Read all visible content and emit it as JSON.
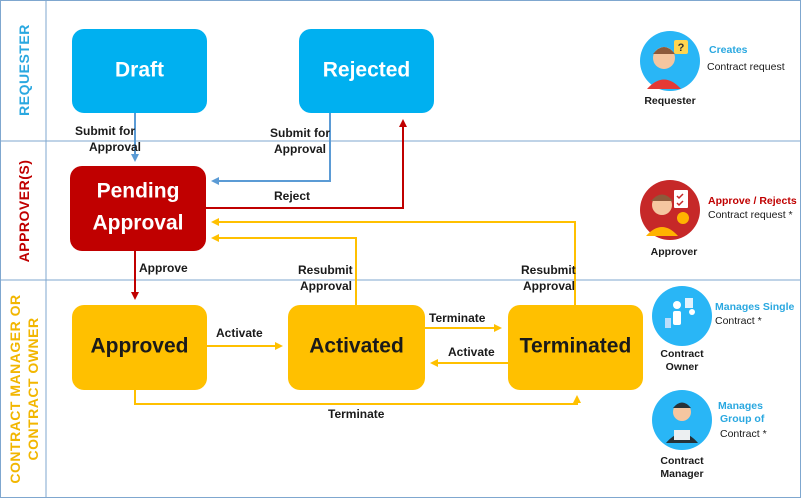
{
  "lanes": {
    "requester": {
      "label": "REQUESTER",
      "color": "#2aa8e0"
    },
    "approver": {
      "label": "APPROVER(S)",
      "color": "#c00000"
    },
    "manager": {
      "line1": "CONTRACT MANAGER OR",
      "line2": "CONTRACT OWNER",
      "color": "#f2b600"
    }
  },
  "states": {
    "draft": {
      "label": "Draft",
      "color": "#00b0f0"
    },
    "rejected": {
      "label": "Rejected",
      "color": "#00b0f0"
    },
    "pending": {
      "line1": "Pending",
      "line2": "Approval",
      "color": "#c00000"
    },
    "approved": {
      "label": "Approved",
      "color": "#ffc000"
    },
    "activated": {
      "label": "Activated",
      "color": "#ffc000"
    },
    "terminated": {
      "label": "Terminated",
      "color": "#ffc000"
    }
  },
  "transitions": {
    "submit_draft": {
      "line1": "Submit for",
      "line2": "Approval"
    },
    "submit_rejected": {
      "line1": "Submit for",
      "line2": "Approval"
    },
    "reject": "Reject",
    "approve": "Approve",
    "resubmit_activated": {
      "line1": "Resubmit",
      "line2": "Approval"
    },
    "resubmit_terminated": {
      "line1": "Resubmit",
      "line2": "Approval"
    },
    "activate_approved": "Activate",
    "terminate_activated": "Terminate",
    "activate_terminated": "Activate",
    "terminate_approved": "Terminate"
  },
  "edge_colors": {
    "blue": "#5b9bd5",
    "red": "#c00000",
    "yellow": "#ffc000"
  },
  "roles": {
    "requester": {
      "title": "Requester",
      "action": "Creates",
      "object": "Contract request",
      "action_color": "#2aa8e0",
      "icon": "requester-question-icon"
    },
    "approver": {
      "title": "Approver",
      "action": "Approve / Rejects",
      "object": "Contract request *",
      "action_color": "#c00000",
      "icon": "approver-checklist-icon"
    },
    "owner": {
      "title_line1": "Contract",
      "title_line2": "Owner",
      "action": "Manages Single",
      "object": "Contract *",
      "action_color": "#2aa8e0",
      "icon": "contract-owner-icon"
    },
    "manager": {
      "title_line1": "Contract",
      "title_line2": "Manager",
      "action_line1": "Manages",
      "action_line2": "Group of",
      "object": "Contract *",
      "action_color": "#2aa8e0",
      "icon": "contract-manager-icon"
    }
  }
}
